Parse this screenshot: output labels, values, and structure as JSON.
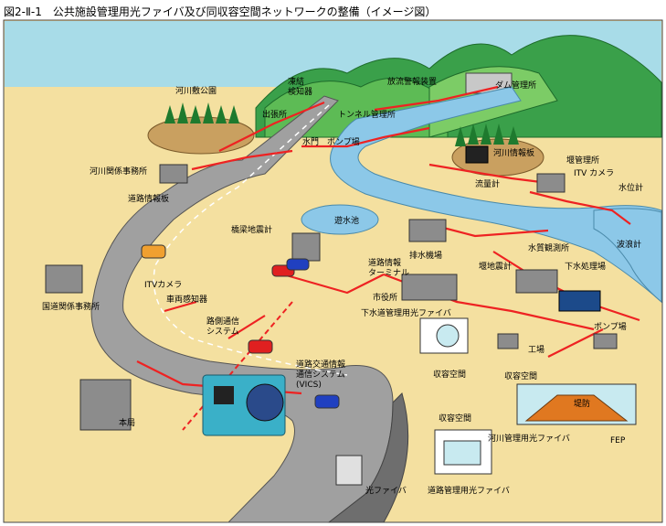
{
  "title": "図2-Ⅱ-1　公共施設管理用光ファイバ及び同収容空間ネットワークの整備（イメージ図）",
  "labels": {
    "river_park": "河川敷公園",
    "freeze_detector": "凍結\n検知器",
    "tunnel_office": "トンネル管理所",
    "discharge_alarm": "放流警報装置",
    "dam_office": "ダム管理所",
    "branch_office": "出張所",
    "floodgate": "水門",
    "pump": "ポンプ場",
    "river_office": "河川関係事務所",
    "river_info_board": "河川情報板",
    "weir_office": "堰管理所",
    "itv_camera_river": "ITV カメラ",
    "flow_meter": "流量計",
    "water_level": "水位計",
    "road_info_board": "道路情報板",
    "bridge_seismo": "橋梁地震計",
    "reservoir": "遊水池",
    "drain_pump": "排水機場",
    "water_quality": "水質観測所",
    "wave_meter": "波浪計",
    "weir_seismo": "堰地震計",
    "sewage_plant": "下水処理場",
    "road_info_terminal": "道路情報\nターミナル",
    "city_office": "市役所",
    "itv_camera_road": "ITVカメラ",
    "vehicle_detector": "車両感知器",
    "national_road_office": "国道関係事務所",
    "roadside_comm": "路側通信\nシステム",
    "sewage_fiber": "下水道管理用光ファイバ",
    "pump_station": "ポンプ場",
    "factory": "工場",
    "vics": "道路交通情報\n通信システム\n(VICS)",
    "conduit_1": "収容空間",
    "conduit_2": "収容空間",
    "conduit_3": "収容空間",
    "levee": "堤防",
    "head_office": "本局",
    "river_fiber": "河川管理用光ファイバ",
    "fep": "FEP",
    "optical_fiber": "光ファイバ",
    "road_fiber": "道路管理用光ファイバ"
  },
  "colors": {
    "ground": "#f4e0a0",
    "sky": "#a8dce8",
    "mountain": "#3aa04a",
    "river": "#8cc8e8",
    "road": "#a0a0a0",
    "fiber": "#ee2222",
    "building": "#8c8c8c",
    "conduit_bg": "#c8eaf0",
    "levee": "#e07820"
  }
}
